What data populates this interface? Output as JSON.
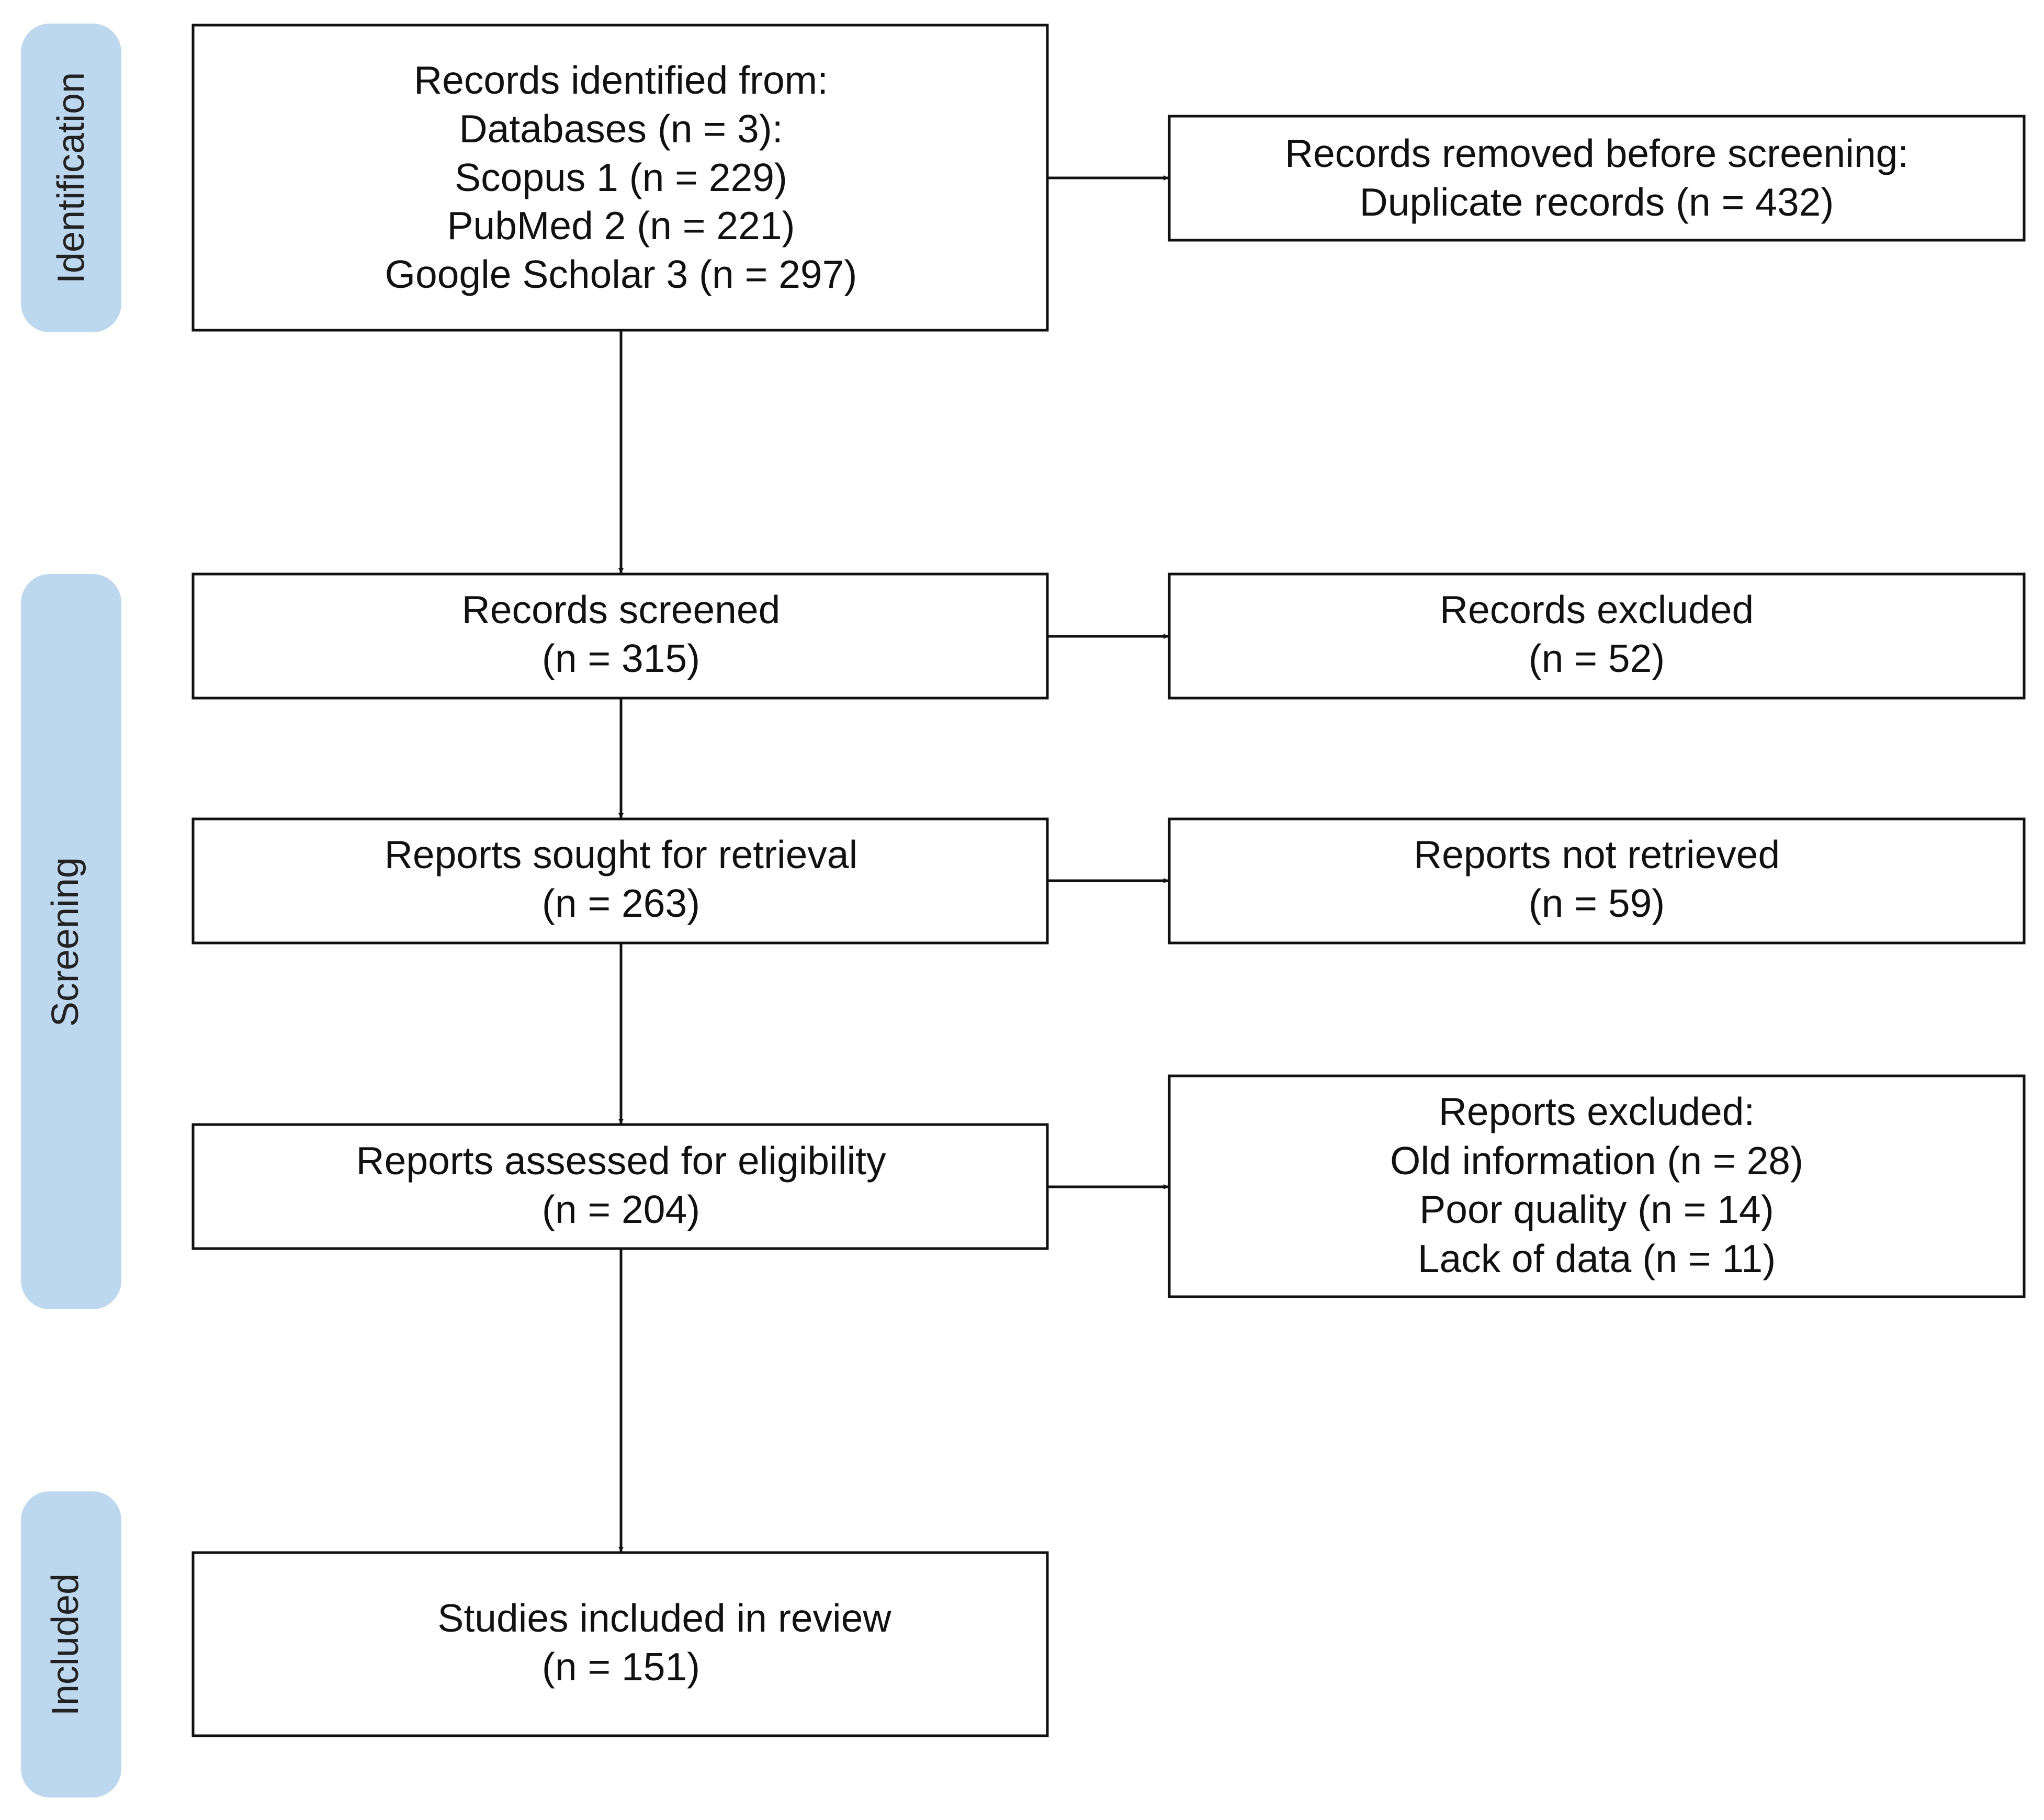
{
  "stages": {
    "identification": "Identification",
    "screening": "Screening",
    "included": "Included"
  },
  "colors": {
    "stage_fill": "#bdd7ef",
    "box_stroke": "#111111",
    "arrow": "#111111"
  },
  "boxes": {
    "identified": [
      "Records identified from:",
      "Databases (n = 3):",
      "Scopus 1 (n = 229)",
      "PubMed 2 (n = 221)",
      "Google Scholar 3 (n = 297)"
    ],
    "removed": [
      "Records removed before screening:",
      "Duplicate records (n = 432)"
    ],
    "screened": [
      "Records screened",
      "(n = 315)"
    ],
    "excluded_records": [
      "Records excluded",
      "(n = 52)"
    ],
    "sought": [
      "Reports sought for retrieval",
      "(n = 263)"
    ],
    "not_retrieved": [
      "Reports not retrieved",
      "(n = 59)"
    ],
    "assessed": [
      "Reports assessed for eligibility",
      "(n = 204)"
    ],
    "excluded_reports": [
      "Reports excluded:",
      "Old information (n = 28)",
      "Poor quality (n = 14)",
      "Lack of data (n = 11)"
    ],
    "included": [
      "Studies included in review",
      "(n = 151)"
    ]
  }
}
